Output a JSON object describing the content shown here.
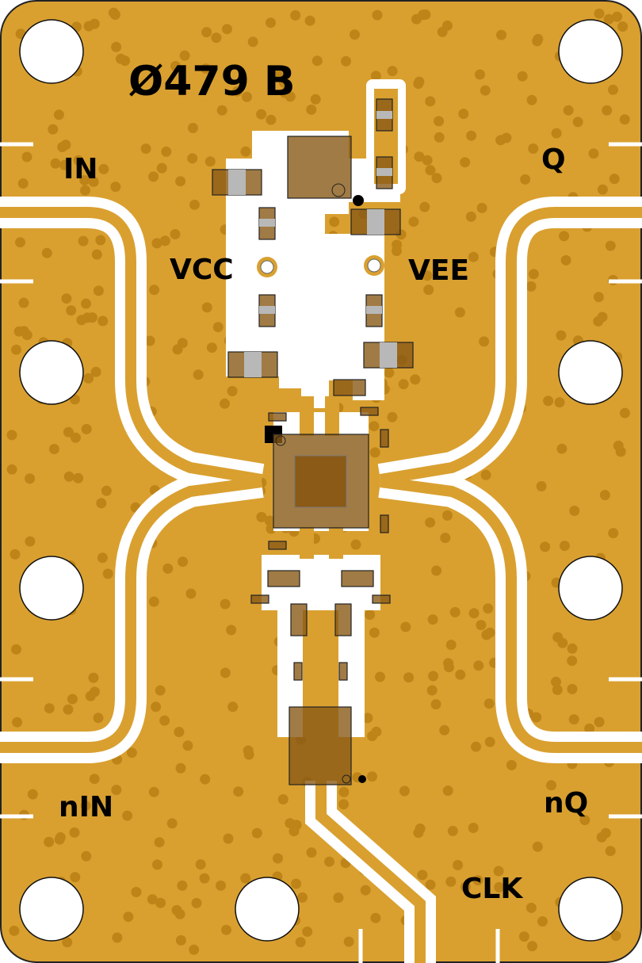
{
  "board": {
    "part_number": "Ø479 B",
    "colors": {
      "copper": "#D9A030",
      "via": "#BE8418",
      "clearance": "#FFFFFF",
      "component": "#8A5A16"
    }
  },
  "labels": {
    "in": "IN",
    "q": "Q",
    "vcc": "VCC",
    "vee": "VEE",
    "nin": "nIN",
    "nq": "nQ",
    "clk": "CLK"
  }
}
